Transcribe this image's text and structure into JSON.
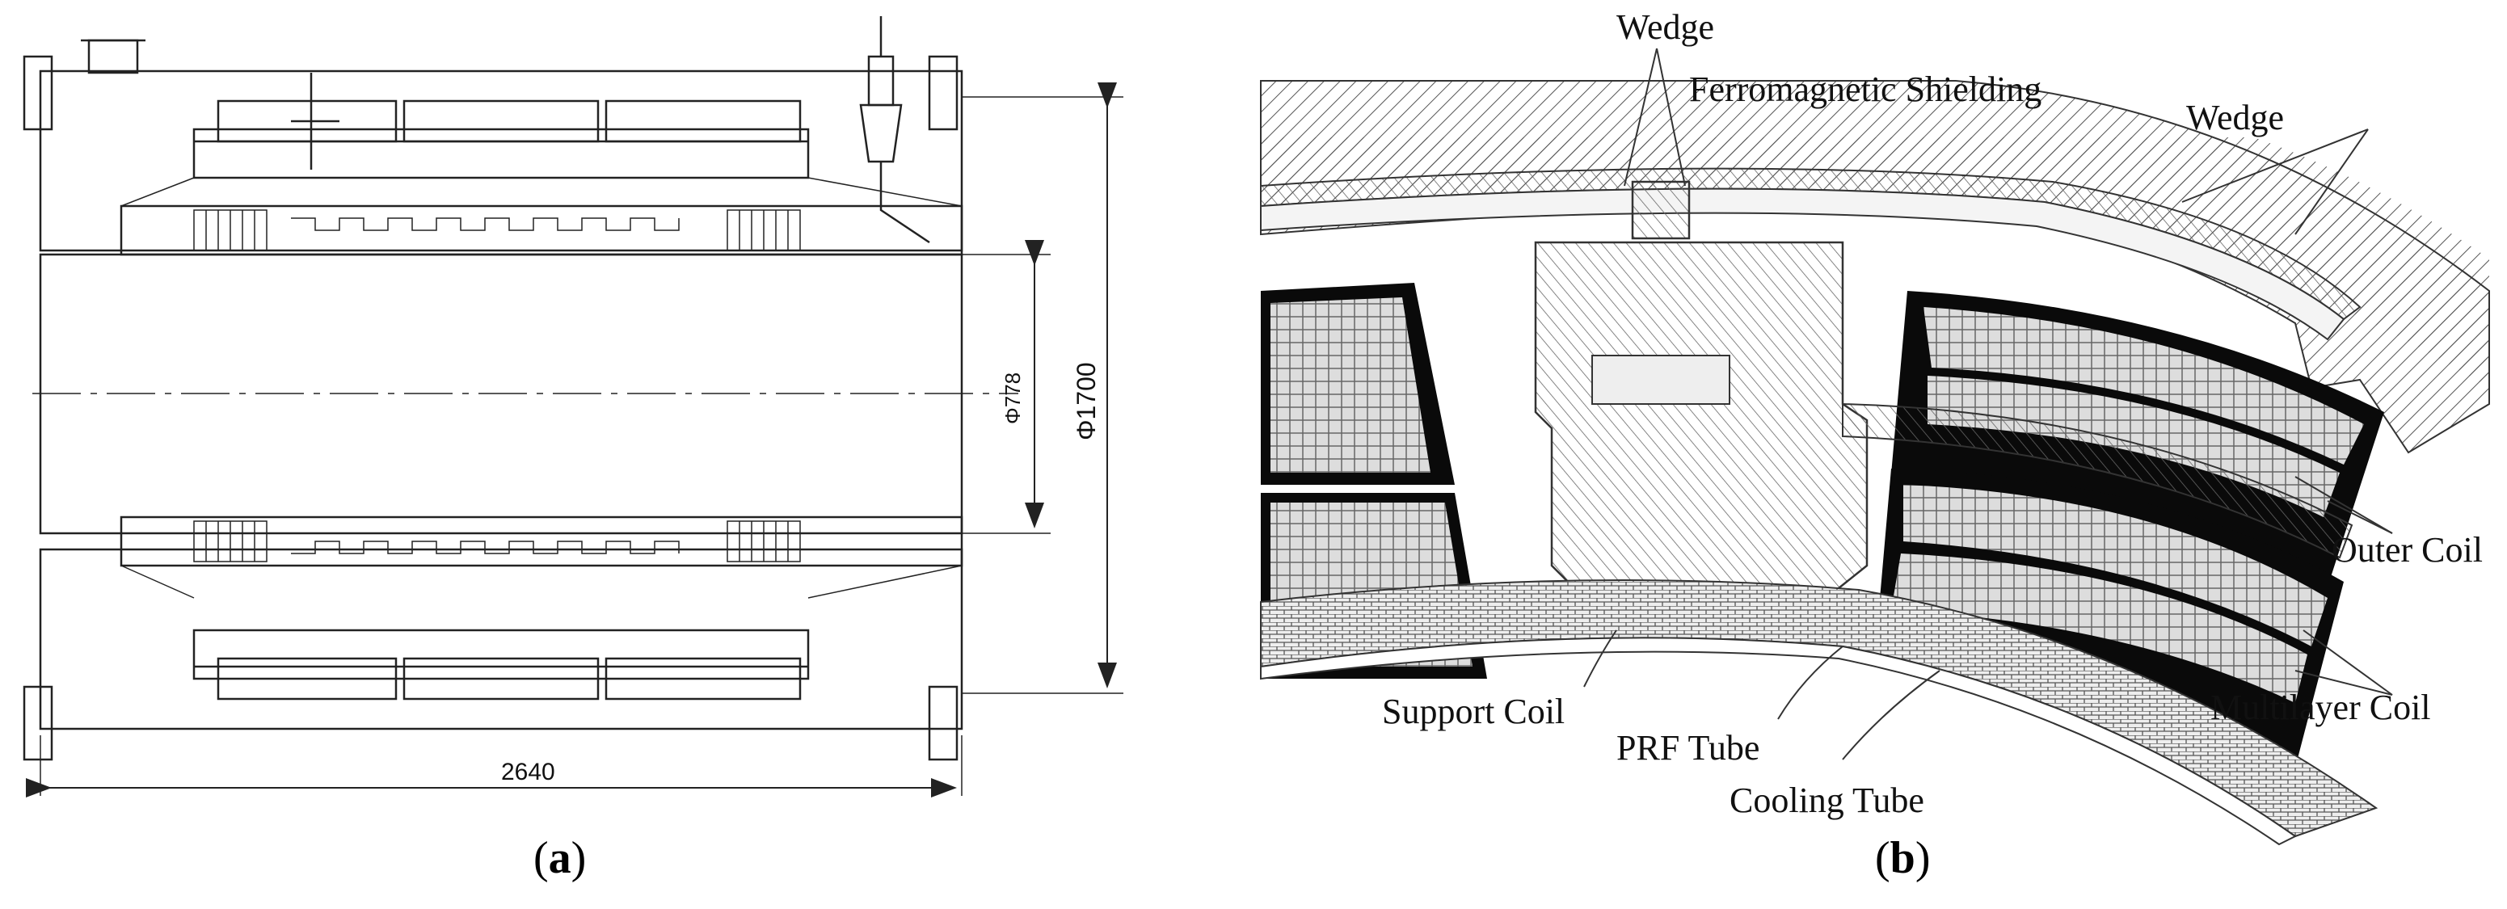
{
  "panel_a": {
    "caption_open": "(",
    "caption_letter": "a",
    "caption_close": ")",
    "dim_length": "2640",
    "dim_bore": "Φ778",
    "dim_outer": "Φ1700"
  },
  "panel_b": {
    "caption_open": "(",
    "caption_letter": "b",
    "caption_close": ")",
    "labels": {
      "wedge_top": "Wedge",
      "ferromagnetic": "Ferromagnetic Shielding",
      "wedge_right": "Wedge",
      "outer_coil": "Outer Coil",
      "multilayer_coil": "Multilayer Coil",
      "support_coil": "Support Coil",
      "prf_tube": "PRF Tube",
      "cooling_tube": "Cooling Tube"
    }
  },
  "colors": {
    "line": "#222222",
    "coil_black": "#0a0a0a",
    "hatch": "#555555"
  }
}
